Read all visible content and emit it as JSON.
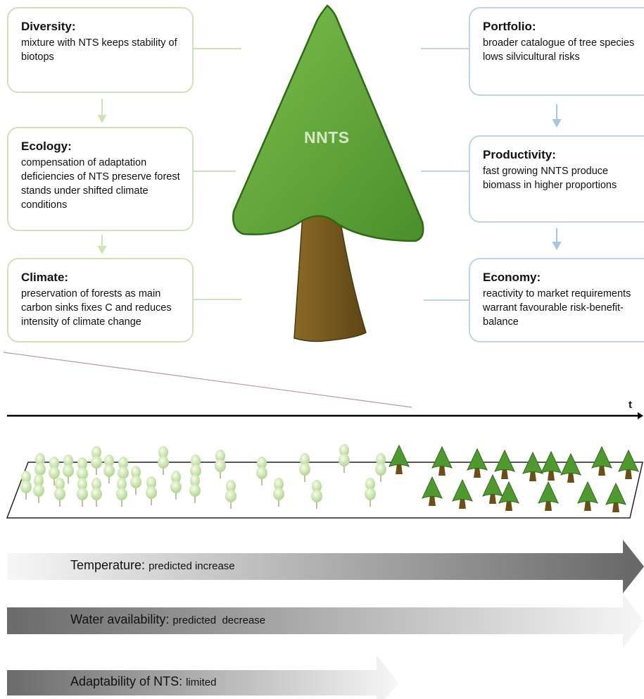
{
  "center_label": "NNTS",
  "axis_label": "t",
  "left_boxes": [
    {
      "title": "Diversity:",
      "desc": "mixture with NTS keeps stability of biotops"
    },
    {
      "title": "Ecology:",
      "desc": "compensation of adaptation deficiencies of NTS preserve forest stands under shifted climate conditions"
    },
    {
      "title": "Climate:",
      "desc": "preservation of forests as main carbon sinks fixes C and reduces intensity of climate change"
    }
  ],
  "right_boxes": [
    {
      "title": "Portfolio:",
      "desc": "broader catalogue of tree species lows silvicultural risks"
    },
    {
      "title": "Productivity:",
      "desc": "fast growing NNTS produce biomass in higher proportions"
    },
    {
      "title": "Economy:",
      "desc": "reactivity to market requirements warrant favourable risk-benefit-balance"
    }
  ],
  "trends": [
    {
      "label": "Temperature:",
      "value": "predicted increase",
      "direction": "increasing"
    },
    {
      "label": "Water availability:",
      "value": "predicted  decrease",
      "direction": "decreasing"
    },
    {
      "label": "Adaptability of NTS:",
      "value": "limited",
      "direction": "decreasing"
    }
  ],
  "colors": {
    "tree_crown": "#5fa03a",
    "tree_trunk": "#7a5c1e",
    "left_accent": "#cfe3b7",
    "right_accent": "#bcd3ec",
    "arrow_dark": "#6e6e6e",
    "arrow_light": "#f4f4f4"
  }
}
